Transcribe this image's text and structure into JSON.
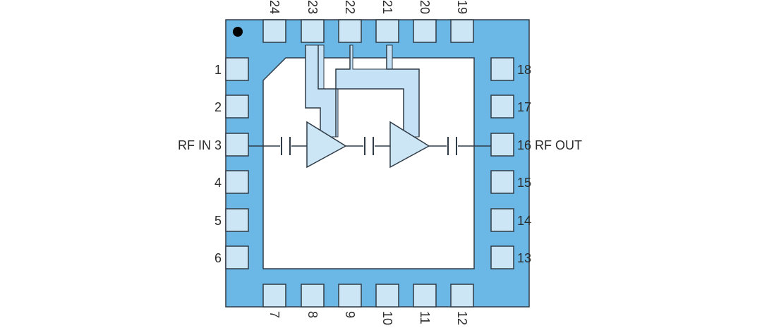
{
  "package": {
    "body_color": "#6BB8E6",
    "pad_color": "#CCE6F6",
    "die_color": "#ffffff",
    "trace_color": "#C5E1F5",
    "line_color": "#2f3b46"
  },
  "pins": {
    "left": [
      "1",
      "2",
      "RF IN 3",
      "4",
      "5",
      "6"
    ],
    "right": [
      "18",
      "17",
      "16 RF OUT",
      "15",
      "14",
      "13"
    ],
    "top": [
      "24",
      "23",
      "22",
      "21",
      "20",
      "19"
    ],
    "bottom": [
      "7",
      "8",
      "9",
      "10",
      "11",
      "12"
    ]
  }
}
